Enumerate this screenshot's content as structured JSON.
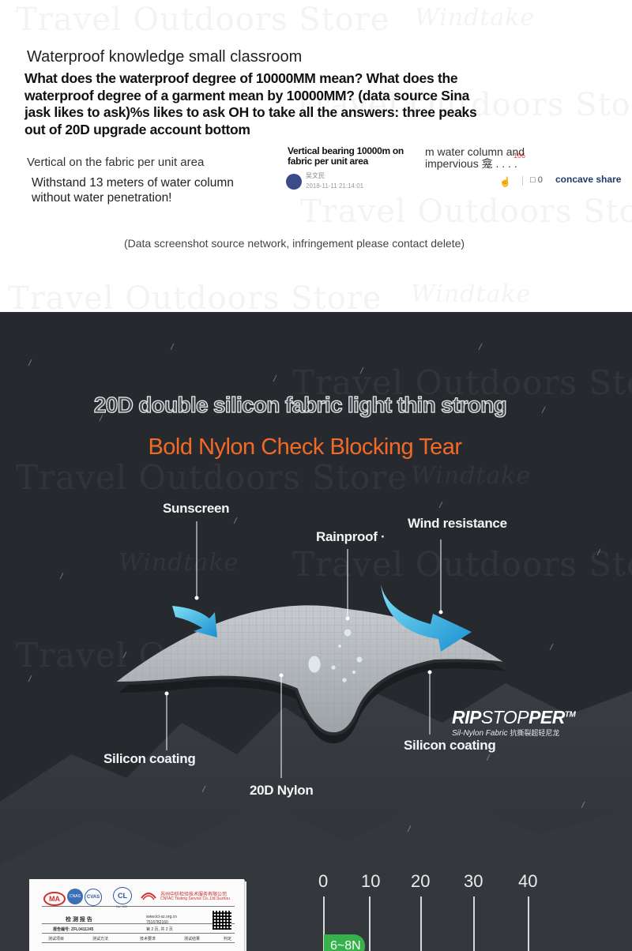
{
  "top": {
    "watermarks": [
      "Travel Outdoors Store",
      "Windtake",
      "Travel Outdoors Store",
      "Windtake"
    ],
    "title": "Waterproof knowledge small classroom",
    "question": "What does the waterproof degree of 10000MM mean? What does the waterproof degree of a garment mean by 10000MM? (data source Sina jask likes to ask)%s likes to ask OH to take all the answers: three peaks out of 20D upgrade account bottom",
    "vertical_text": "Vertical on the fabric per unit area",
    "withstand_text": "Withstand 13 meters of water column without water penetration!",
    "answer_snippet": {
      "left": "Vertical bearing 10000m on fabric per unit area",
      "right": "m water column and impervious",
      "right_mark": "龛",
      "right_dots": ". . . .",
      "red_badge": "106",
      "user_name": "吴文民",
      "date": "2018-11-11 21:14:01",
      "comment_count": "0",
      "share_label": "concave share"
    },
    "source_note": "(Data screenshot source network, infringement please contact delete)"
  },
  "dark": {
    "watermarks": [
      "Travel Outdoors Store",
      "Windtake",
      "Travel Outdoors Store",
      "Windtake"
    ],
    "headline": "20D double silicon fabric light thin strong",
    "subhead": "Bold Nylon Check Blocking Tear",
    "labels": {
      "sunscreen": "Sunscreen",
      "rainproof": "Rainproof",
      "rainproof_dot": "·",
      "wind": "Wind resistance",
      "silicon_left": "Silicon coating",
      "silicon_right": "Silicon coating",
      "nylon": "20D Nylon"
    },
    "brand": {
      "rip": "RIP",
      "stop": "STOP",
      "per": "PER",
      "tm": "TM",
      "subtitle": "Sil-Nylon Fabric",
      "subtitle_cn": "抗撕裂超轻尼龙"
    },
    "report": {
      "logos": [
        "MA",
        "CNAS",
        "CVAS",
        "CL"
      ],
      "logo_tag": "No. 000",
      "org_cn": "苏州中纺检验技术服务有限公司",
      "org_en": "CNTAC Testing Service Co.,Ltd.Suzhou",
      "title": "检 测 报 告",
      "report_no_label": "报告编号: ZFL0411245",
      "website": "www.tcl-sz.org.cn",
      "phone": "7516782160",
      "page": "第 2 页, 共 2 页",
      "cols": [
        "测试项目",
        "测试方法",
        "技术要求",
        "测试结果",
        "判定"
      ]
    },
    "scale": {
      "ticks": [
        "0",
        "10",
        "20",
        "30",
        "40"
      ],
      "bar_label": "6~8N",
      "bar_value_low": 6,
      "bar_value_high": 8
    }
  }
}
